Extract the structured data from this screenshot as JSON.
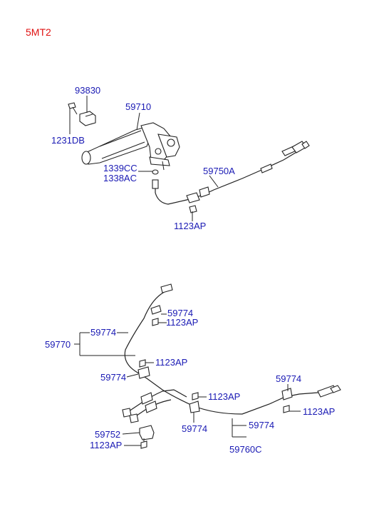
{
  "model_code": "5MT2",
  "colors": {
    "model_code": "#e01010",
    "part_number": "#1a1ab4",
    "line": "#222222"
  },
  "upper_assembly": {
    "bracket": "93830",
    "lever": "59710",
    "bolt": "1231DB",
    "nut_a": "1339CC",
    "nut_b": "1338AC",
    "front_cable": "59750A",
    "clip_bolt": "1123AP"
  },
  "lower_assembly": {
    "clip_1": "59774",
    "bolt_1": "1123AP",
    "cable_group_left": "59770",
    "clip_2": "59774",
    "bolt_2": "1123AP",
    "clip_3": "59774",
    "bolt_3": "1123AP",
    "clip_4": "59774",
    "clip_5": "59774",
    "bolt_4": "1123AP",
    "clip_6": "59774",
    "cable_group_right": "59760C",
    "bracket": "59752",
    "bracket_bolt": "1123AP"
  }
}
